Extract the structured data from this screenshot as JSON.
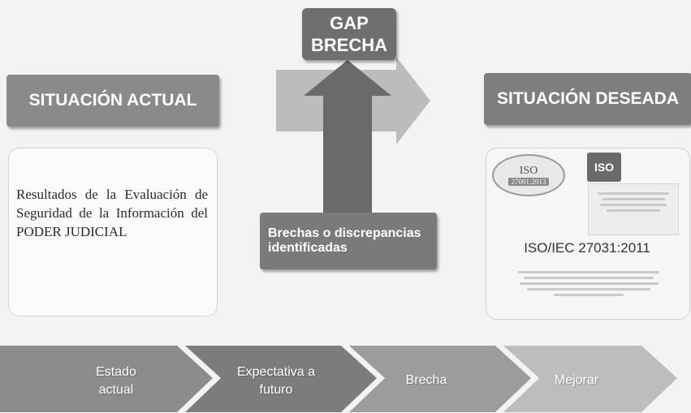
{
  "situacion_actual": {
    "title": "SITUACIÓN ACTUAL",
    "card_text": "Resultados de la Evaluación de Seguridad de la Información del PODER JUDICIAL"
  },
  "situacion_deseada": {
    "title": "SITUACIÓN DESEADA",
    "standard_label": "ISO/IEC 27031:2011",
    "seal_text": "ISO",
    "seal_subtext": "27001:2013",
    "logo_text": "ISO"
  },
  "gap": {
    "line1": "GAP",
    "line2": "BRECHA"
  },
  "brechas": {
    "text": "Brechas o discrepancias identificadas"
  },
  "process_steps": [
    {
      "label": "Estado actual",
      "color": "#8c8c8c"
    },
    {
      "label": "Expectativa a futuro",
      "color": "#7c7c7c"
    },
    {
      "label": "Brecha",
      "color": "#9c9c9c"
    },
    {
      "label": "Mejorar",
      "color": "#bdbdbd"
    }
  ],
  "colors": {
    "arrow_horizontal": "#bcbcbc",
    "arrow_vertical": "#6a6a6a"
  }
}
